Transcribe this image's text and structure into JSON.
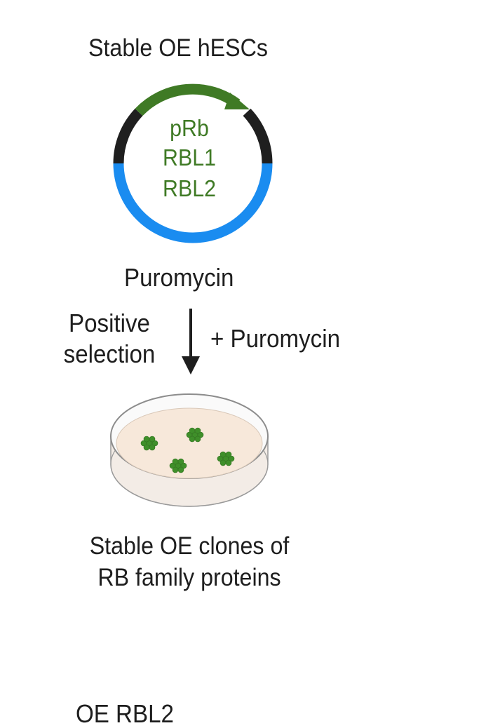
{
  "title": "Stable OE hESCs",
  "plasmid": {
    "genes": [
      "pRb",
      "RBL1",
      "RBL2"
    ],
    "resistance_gene": "Puromycin",
    "colors": {
      "insert": "#3f7a25",
      "backbone": "#1f1f1f",
      "resistance": "#1a8cf0"
    }
  },
  "selection": {
    "label_line1": "Positive",
    "label_line2": "selection",
    "drug": "+ Puromycin"
  },
  "dish": {
    "colony_color": "#3f8f2a",
    "medium_color": "#f7e8da"
  },
  "result": {
    "line1": "Stable OE clones of",
    "line2": "RB family proteins"
  },
  "bottom_label": "OE RBL2"
}
